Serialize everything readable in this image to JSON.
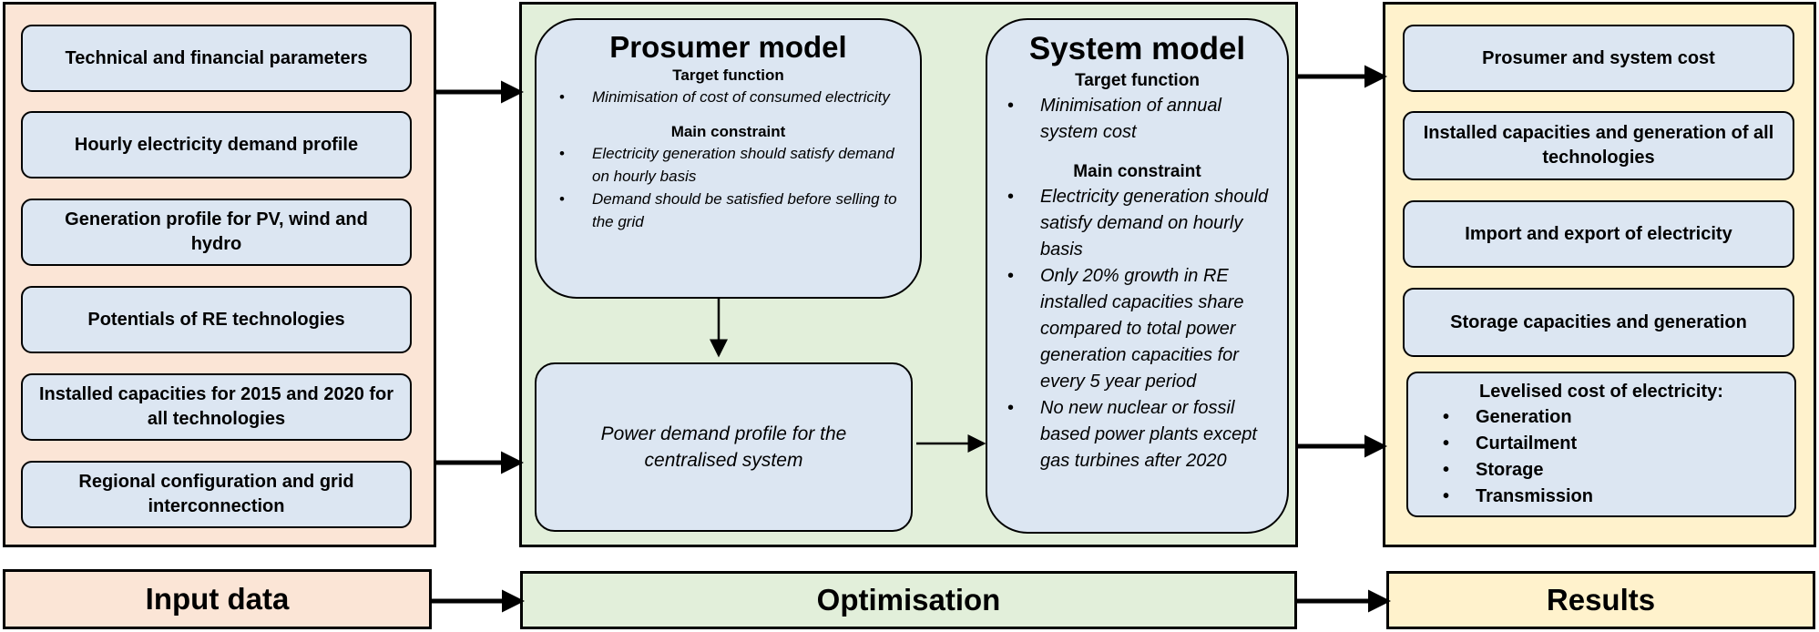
{
  "colors": {
    "input_bg": "#fbe5d6",
    "optimisation_bg": "#e2efda",
    "results_bg": "#fff2cc",
    "box_bg": "#dce6f2",
    "border": "#000000"
  },
  "input": {
    "items": [
      "Technical and financial parameters",
      "Hourly electricity demand profile",
      "Generation profile for PV, wind and hydro",
      "Potentials of RE technologies",
      "Installed capacities for 2015 and 2020 for all technologies",
      "Regional configuration and grid interconnection"
    ],
    "footer": "Input data"
  },
  "optimisation": {
    "prosumer": {
      "title": "Prosumer model",
      "target_heading": "Target function",
      "target_items": [
        "Minimisation of cost of consumed electricity"
      ],
      "constraint_heading": "Main constraint",
      "constraint_items": [
        "Electricity generation should satisfy demand on hourly basis",
        "Demand should be satisfied before selling to the grid"
      ]
    },
    "demand_profile": "Power demand profile for the centralised system",
    "system": {
      "title": "System model",
      "target_heading": "Target function",
      "target_items": [
        "Minimisation of annual system cost"
      ],
      "constraint_heading": "Main constraint",
      "constraint_items": [
        "Electricity generation should satisfy demand on hourly basis",
        "Only 20% growth in RE installed capacities share compared to total power generation capacities for every 5 year period",
        "No new nuclear or fossil based power plants except gas turbines after 2020"
      ]
    },
    "footer": "Optimisation"
  },
  "results": {
    "items": [
      "Prosumer and system cost",
      "Installed capacities and generation of all technologies",
      "Import and export of electricity",
      "Storage capacities and generation"
    ],
    "lcoe": {
      "title": "Levelised cost of electricity:",
      "items": [
        "Generation",
        "Curtailment",
        "Storage",
        "Transmission"
      ]
    },
    "footer": "Results"
  }
}
